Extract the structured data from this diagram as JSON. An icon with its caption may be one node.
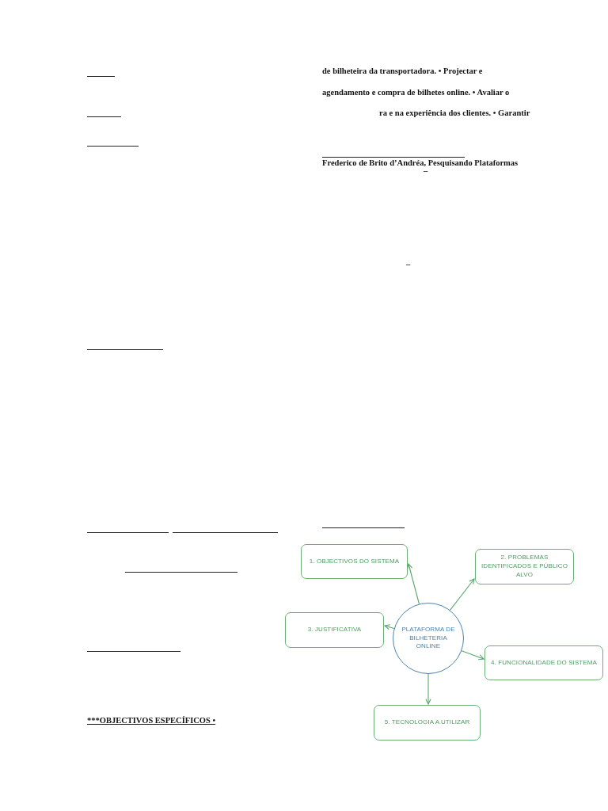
{
  "diagram": {
    "nodes": [
      {
        "text": [
          "1. OBJECTIVOS DO SISTEMA"
        ]
      },
      {
        "text": [
          "2. PROBLEMAS IDENTIFICADOS E PÚBLICO ALVO"
        ]
      },
      {
        "text": [
          "3. JUSTIFICATIVA"
        ]
      },
      {
        "text": [
          "PLATAFORMA DE BILHETERIA ONLINE"
        ]
      },
      {
        "text": [
          "4. FUNCIONALIDADE DO SISTEMA"
        ]
      },
      {
        "text": [
          "5. TECNOLOGIA A UTILIZAR"
        ]
      }
    ],
    "edges": [
      {
        "from": 3,
        "to": 0,
        "arrow": "to"
      },
      {
        "from": 3,
        "to": 1,
        "arrow": "to"
      },
      {
        "from": 3,
        "to": 2,
        "arrow": "to"
      },
      {
        "from": 3,
        "to": 4,
        "arrow": "to"
      },
      {
        "from": 3,
        "to": 5,
        "arrow": "to"
      }
    ],
    "labels": [
      "de bilheteira da transportadora. • Projectar e",
      "agendamento e compra de bilhetes online. • Avaliar o",
      "ra e na experiência dos clientes. • Garantir",
      "Frederico de Brito d’Andréa, Pesquisando Plataformas",
      "–",
      "–",
      "***OBJECTIVOS ESPECÍFICOS •"
    ]
  }
}
